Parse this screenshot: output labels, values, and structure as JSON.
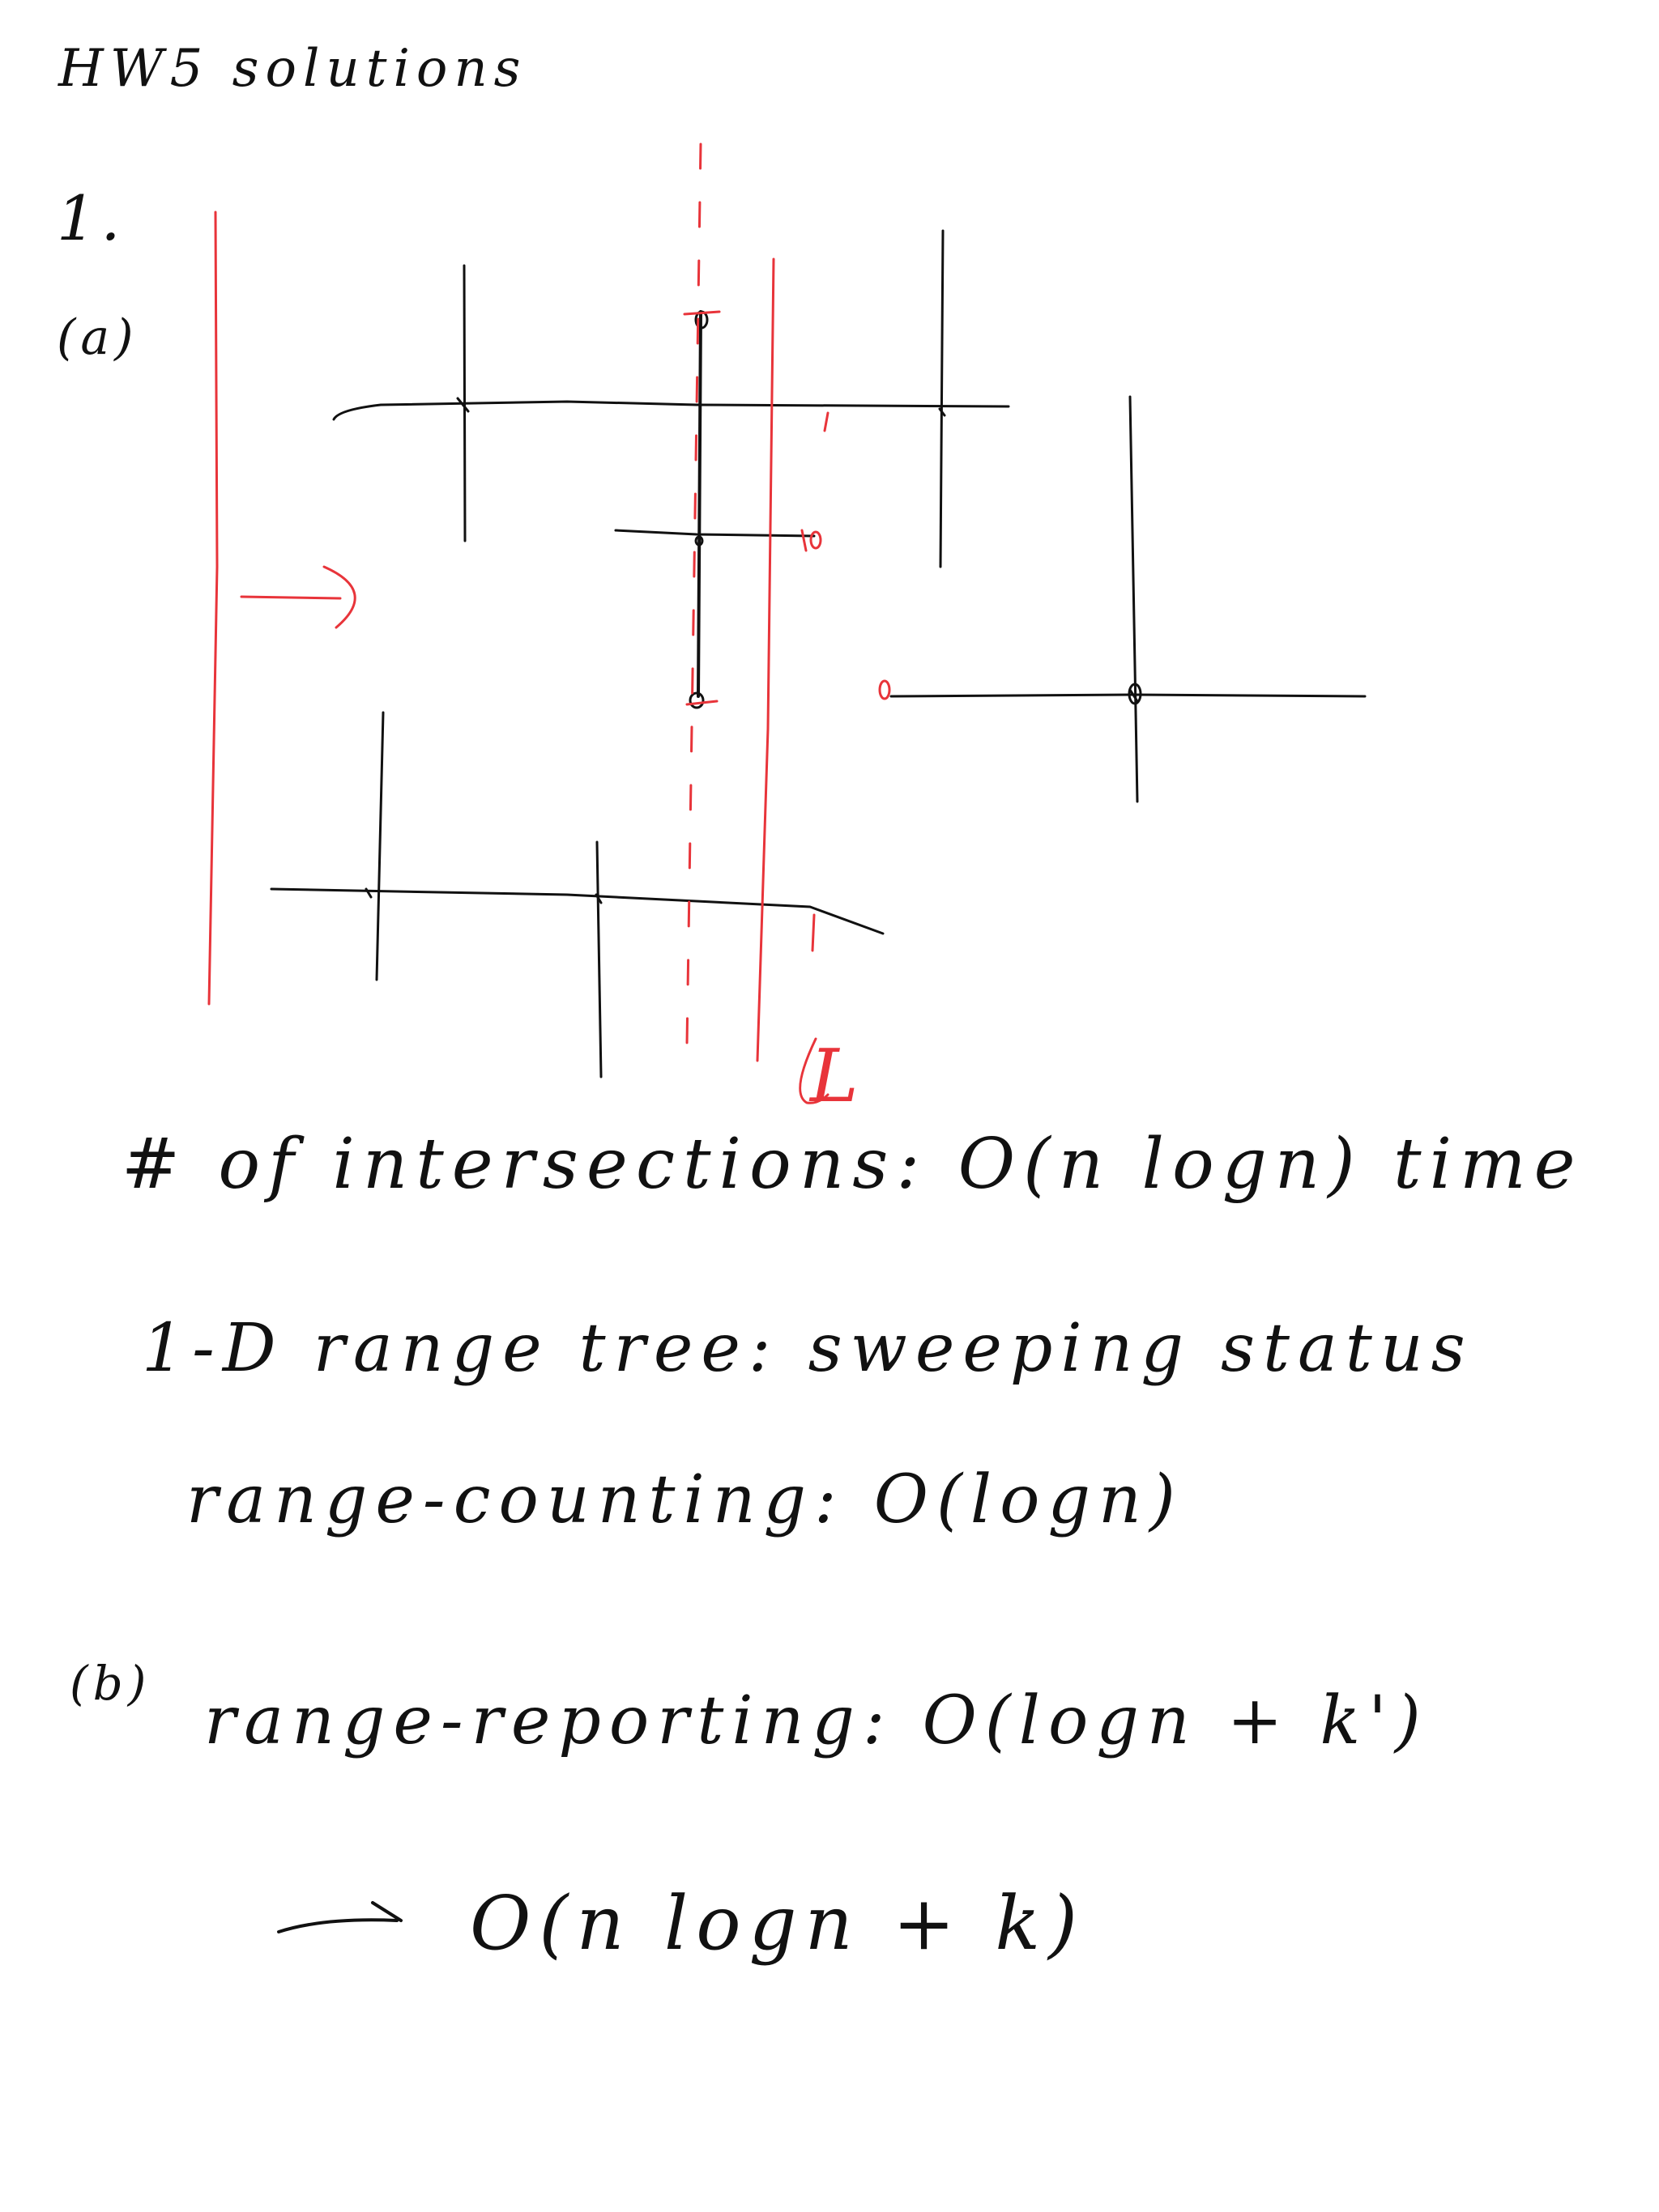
{
  "title": "HW5 solutions",
  "problem": {
    "number": "1.",
    "part_a_label": "(a)",
    "diagram_sweep_label": "L",
    "part_a_lines": [
      "# of intersections: O(n logn) time",
      "1-D range tree: sweeping status",
      "range-counting: O(logn)"
    ],
    "part_b_label": "(b)",
    "part_b_lines": [
      "range-reporting: O(logn + k')",
      "O(n logn + k)"
    ]
  },
  "colors": {
    "ink": "#111111",
    "highlight": "#e8343a"
  }
}
